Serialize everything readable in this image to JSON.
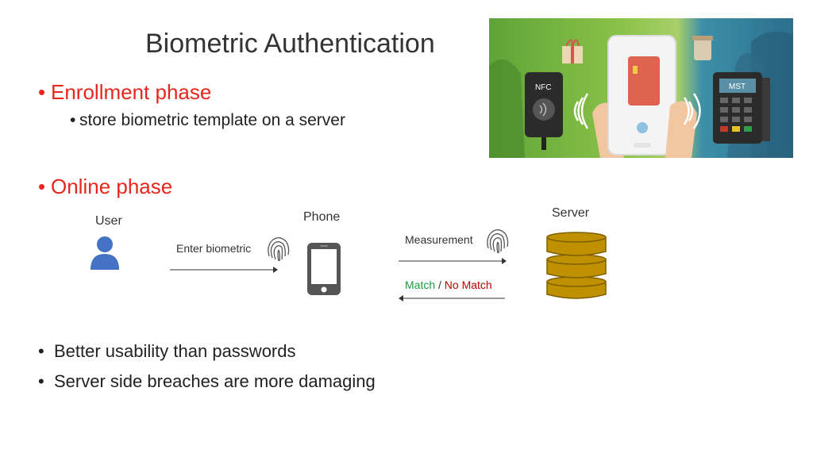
{
  "slide": {
    "title": "Biometric Authentication",
    "enrollment": {
      "heading": "Enrollment phase",
      "sub": "store biometric template on a server"
    },
    "online": {
      "heading": "Online phase"
    },
    "diagram": {
      "user_label": "User",
      "phone_label": "Phone",
      "server_label": "Server",
      "enter_label": "Enter biometric",
      "measurement_label": "Measurement",
      "match_label": "Match",
      "separator": "/",
      "nomatch_label": "No Match"
    },
    "photo": {
      "nfc_text": "NFC",
      "mst_text": "MST"
    },
    "bottom_bullets": [
      "Better usability than passwords",
      "Server side breaches are more damaging"
    ],
    "colors": {
      "heading_red": "#e8261d",
      "match_green": "#1a9e3f",
      "nomatch_red": "#c00000",
      "user_blue": "#4472c4",
      "server_gold": "#bf9000"
    }
  }
}
